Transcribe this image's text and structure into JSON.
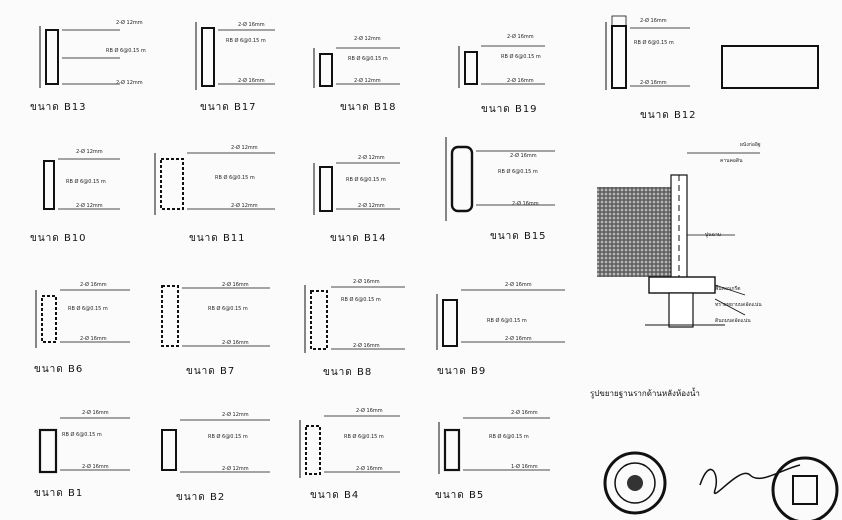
{
  "beams": [
    {
      "id": "b13",
      "label": "ขนาด B13",
      "top": "2-Ø 12mm",
      "mid": "RB Ø 6@0.15 m",
      "bot": "2-Ø 12mm"
    },
    {
      "id": "b17",
      "label": "ขนาด B17",
      "top": "2-Ø 16mm",
      "mid": "RB Ø 6@0.15 m",
      "bot": "2-Ø 16mm"
    },
    {
      "id": "b18",
      "label": "ขนาด B18",
      "top": "2-Ø 12mm",
      "mid": "RB Ø 6@0.15 m",
      "bot": "2-Ø 12mm"
    },
    {
      "id": "b19",
      "label": "ขนาด B19",
      "top": "2-Ø 16mm",
      "mid": "RB Ø 6@0.15 m",
      "bot": "2-Ø 16mm"
    },
    {
      "id": "b12",
      "label": "ขนาด B12",
      "top": "2-Ø 16mm",
      "mid": "RB Ø 6@0.15 m",
      "bot": "2-Ø 16mm"
    },
    {
      "id": "b10",
      "label": "ขนาด B10",
      "top": "2-Ø 12mm",
      "mid": "RB Ø 6@0.15 m",
      "bot": "2-Ø 12mm"
    },
    {
      "id": "b11",
      "label": "ขนาด B11",
      "top": "2-Ø 12mm",
      "mid": "RB Ø 6@0.15 m",
      "bot": "2-Ø 12mm"
    },
    {
      "id": "b14",
      "label": "ขนาด B14",
      "top": "2-Ø 12mm",
      "mid": "RB Ø 6@0.15 m",
      "bot": "2-Ø 12mm"
    },
    {
      "id": "b15",
      "label": "ขนาด B15",
      "top": "2-Ø 16mm",
      "mid": "RB Ø 6@0.15 m",
      "bot": "2-Ø 16mm"
    },
    {
      "id": "b6",
      "label": "ขนาด B6",
      "top": "2-Ø 16mm",
      "mid": "RB Ø 6@0.15 m",
      "bot": "2-Ø 16mm"
    },
    {
      "id": "b7",
      "label": "ขนาด B7",
      "top": "2-Ø 16mm",
      "mid": "RB Ø 6@0.15 m",
      "bot": "2-Ø 16mm"
    },
    {
      "id": "b8",
      "label": "ขนาด B8",
      "top": "2-Ø 16mm",
      "mid": "RB Ø 6@0.15 m",
      "bot": "2-Ø 16mm"
    },
    {
      "id": "b9",
      "label": "ขนาด B9",
      "top": "2-Ø 16mm",
      "mid": "RB Ø 6@0.15 m",
      "bot": "2-Ø 16mm"
    },
    {
      "id": "b1",
      "label": "ขนาด B1",
      "top": "2-Ø 16mm",
      "mid": "RB Ø 6@0.15 m",
      "bot": "2-Ø 16mm"
    },
    {
      "id": "b2",
      "label": "ขนาด B2",
      "top": "2-Ø 12mm",
      "mid": "RB Ø 6@0.15 m",
      "bot": "2-Ø 12mm"
    },
    {
      "id": "b4",
      "label": "ขนาด B4",
      "top": "2-Ø 16mm",
      "mid": "RB Ø 6@0.15 m",
      "bot": "2-Ø 16mm"
    },
    {
      "id": "b5",
      "label": "ขนาด B5",
      "top": "2-Ø 16mm",
      "mid": "RB Ø 6@0.15 m",
      "bot": "1-Ø 16mm"
    }
  ],
  "detail": {
    "title": "รูปขยายฐานรากด้านหลังห้องน้ำ",
    "notes": [
      "ผนังก่ออิฐ",
      "คานคอดิน",
      "ปูนฉาบ",
      "พื้นคอนกรีต",
      "ทรายหยาบบดอัดแน่น",
      "ดินถมบดอัดแน่น"
    ]
  },
  "colors": {
    "ink": "#111111",
    "paper": "#fbfbfb",
    "soil": "#555555"
  },
  "icons": [
    "seal-stamp",
    "signature"
  ]
}
